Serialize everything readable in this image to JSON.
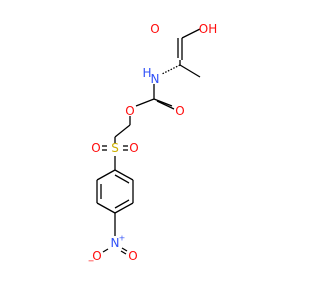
{
  "colors": {
    "bond": "#000000",
    "carbon": "#000000",
    "oxygen": "#ff0d0d",
    "nitrogen": "#3050f8",
    "sulfur": "#ccb000"
  },
  "molecule": {
    "atoms": [
      {
        "text": "OH",
        "element": "oxygen"
      },
      {
        "text": "O",
        "element": "oxygen"
      },
      {
        "text": "N",
        "element": "nitrogen"
      },
      {
        "text": "H",
        "element": "nitrogen"
      },
      {
        "text": "O",
        "element": "oxygen"
      },
      {
        "text": "O",
        "element": "oxygen"
      },
      {
        "text": "S",
        "element": "sulfur"
      },
      {
        "text": "O",
        "element": "oxygen"
      },
      {
        "text": "O",
        "element": "oxygen"
      },
      {
        "text": "N",
        "element": "nitrogen"
      },
      {
        "text": "O",
        "element": "oxygen"
      },
      {
        "text": "O",
        "element": "oxygen"
      }
    ],
    "charges": [
      {
        "text": "+"
      },
      {
        "text": "−"
      }
    ]
  }
}
